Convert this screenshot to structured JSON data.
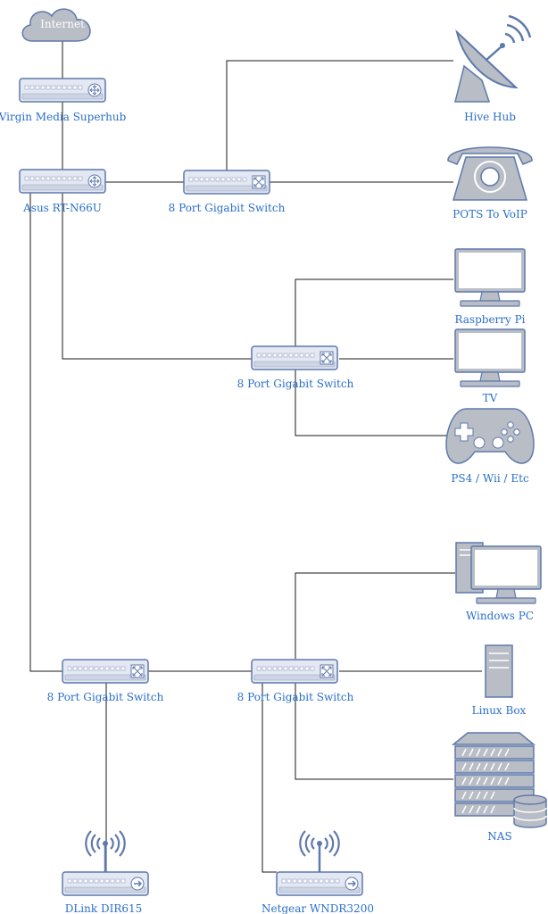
{
  "diagram": {
    "nodes": {
      "internet": "Internet",
      "superhub": "Virgin Media Superhub",
      "asus": "Asus RT-N66U",
      "switch_top": "8 Port Gigabit Switch",
      "hive": "Hive Hub",
      "pots": "POTS To VoIP",
      "raspberry": "Raspberry Pi",
      "switch_mid": "8 Port Gigabit Switch",
      "tv": "TV",
      "ps4": "PS4 / Wii / Etc",
      "windows": "Windows PC",
      "switch_low_left": "8 Port Gigabit Switch",
      "switch_low_right": "8 Port Gigabit Switch",
      "linux": "Linux Box",
      "nas": "NAS",
      "dlink": "DLink DIR615",
      "netgear": "Netgear WNDR3200"
    },
    "colors": {
      "label": "#2a6fc9",
      "device_stroke": "#5f79ac",
      "device_fill": "#e3e8f2",
      "connector": "#1a1a1a"
    }
  }
}
